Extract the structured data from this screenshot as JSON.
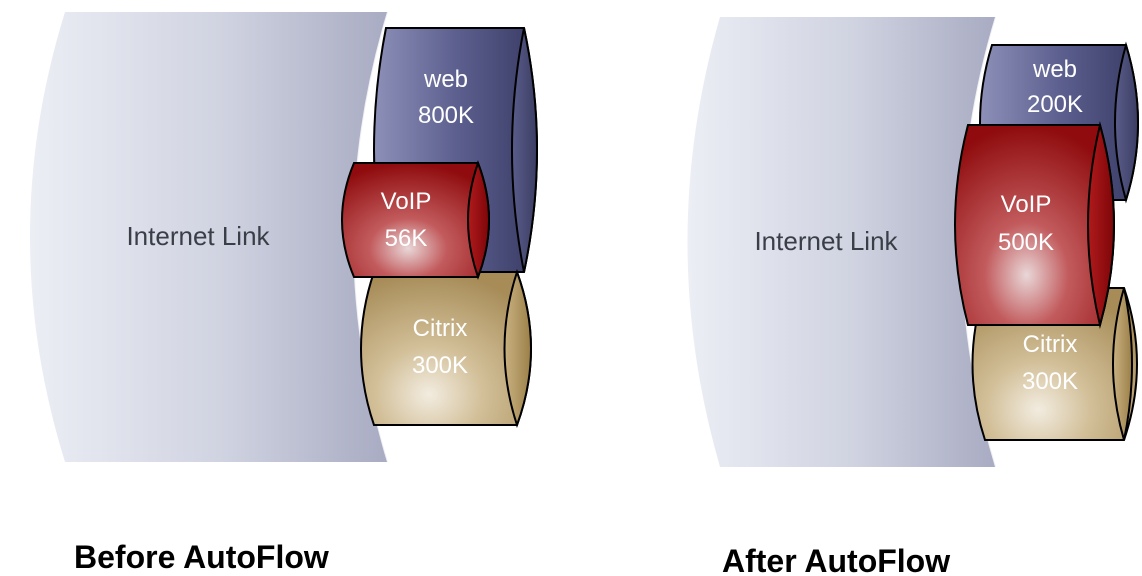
{
  "colors": {
    "pipe_light": "#e4e6f0",
    "pipe_dark": "#a9acc3",
    "web": "#5c5f8f",
    "voip": "#a01416",
    "citrix": "#b39a68",
    "caption": "#000000"
  },
  "before": {
    "link_label": "Internet Link",
    "caption": "Before AutoFlow",
    "flows": [
      {
        "name": "web",
        "rate": "800K",
        "color_key": "web"
      },
      {
        "name": "VoIP",
        "rate": "56K",
        "color_key": "voip"
      },
      {
        "name": "Citrix",
        "rate": "300K",
        "color_key": "citrix"
      }
    ]
  },
  "after": {
    "link_label": "Internet Link",
    "caption": "After AutoFlow",
    "flows": [
      {
        "name": "web",
        "rate": "200K",
        "color_key": "web"
      },
      {
        "name": "VoIP",
        "rate": "500K",
        "color_key": "voip"
      },
      {
        "name": "Citrix",
        "rate": "300K",
        "color_key": "citrix"
      }
    ]
  }
}
